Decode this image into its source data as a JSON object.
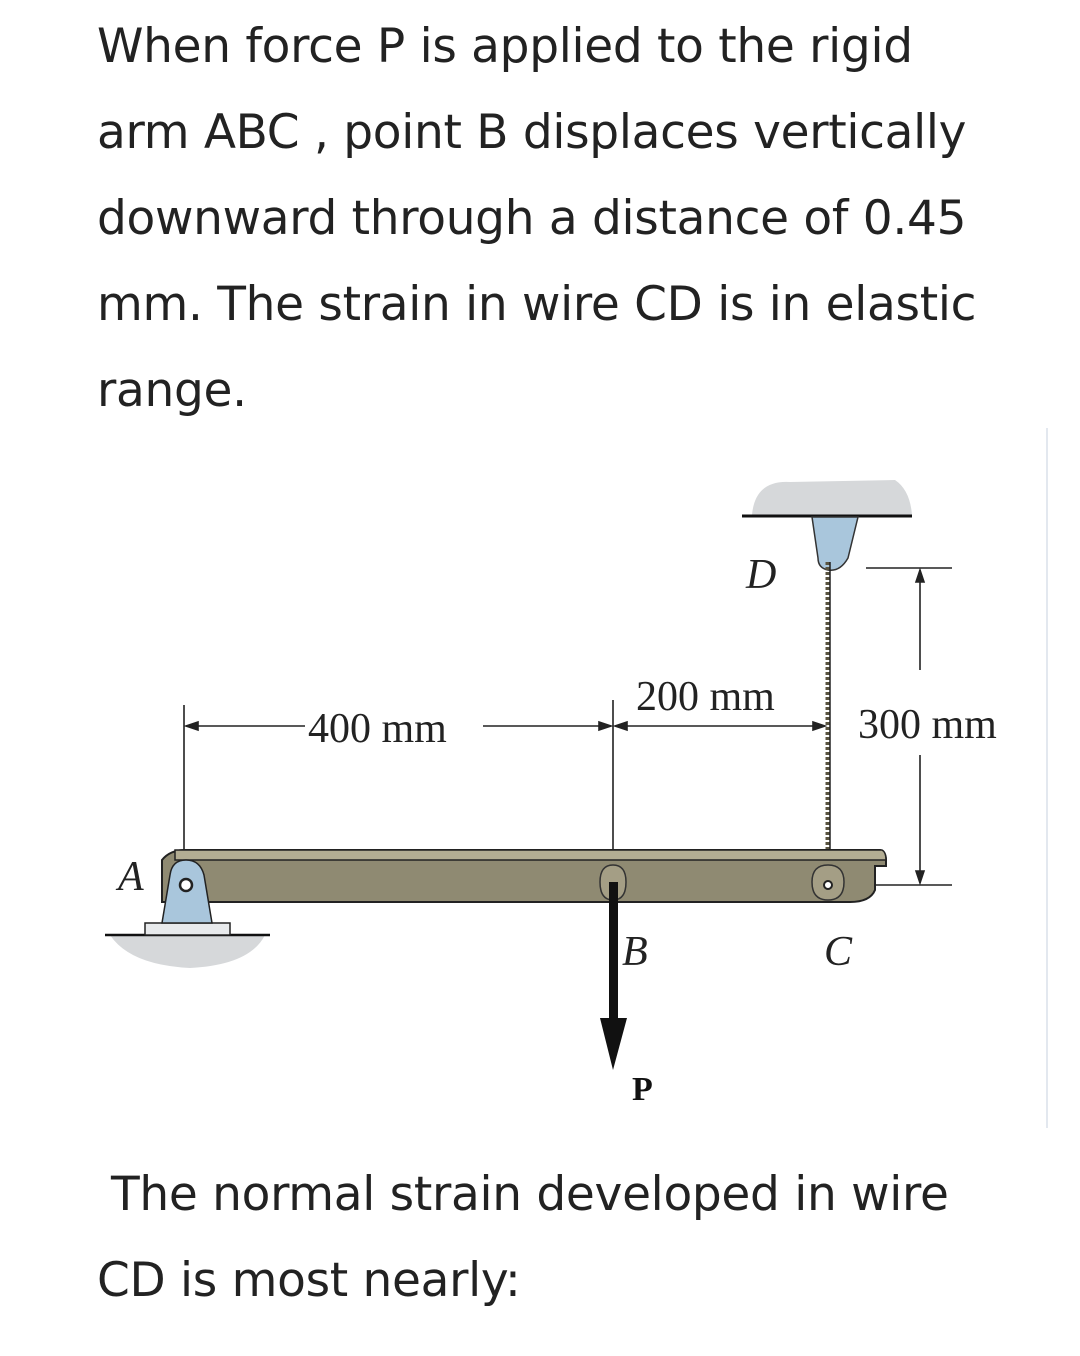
{
  "problem": {
    "intro_lines": [
      "When force P is applied to the rigid",
      "arm ABC , point B displaces vertically",
      "downward through a distance of 0.45",
      "mm. The strain in wire CD is in elastic",
      "range."
    ],
    "question_lines": [
      "The normal strain developed in wire",
      "CD is most nearly:"
    ]
  },
  "figure": {
    "labels": {
      "A": "A",
      "B": "B",
      "C": "C",
      "D": "D",
      "P": "P"
    },
    "dimensions": {
      "AB": "400 mm",
      "BC": "200 mm",
      "CD": "300 mm"
    },
    "colors": {
      "arm": "#8f8a72",
      "arm_top": "#b3ad93",
      "support": "#a9c6dc",
      "ground": "#d6d8da",
      "wire": "#6e6650"
    }
  }
}
